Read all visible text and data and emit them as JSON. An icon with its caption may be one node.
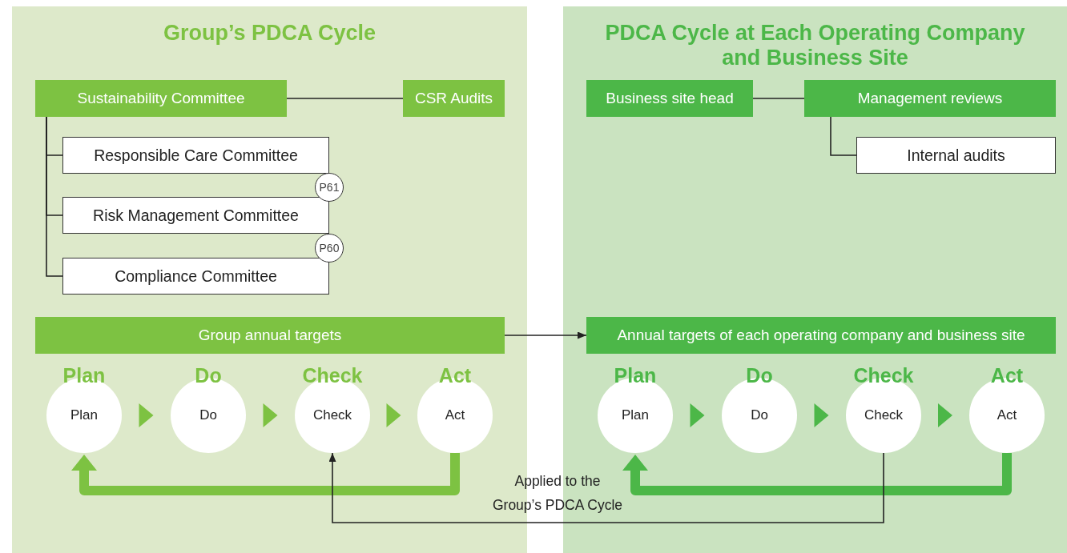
{
  "diagram": {
    "nodes": [
      {
        "text": [
          "Group’s PDCA Cycle"
        ]
      },
      {
        "text": [
          "Sustainability Committee"
        ],
        "in": 0
      },
      {
        "text": [
          "CSR Audits"
        ],
        "in": 0
      },
      {
        "text": [
          "Responsible Care Committee"
        ],
        "in": 0
      },
      {
        "text": [
          "Risk Management Committee"
        ],
        "in": 0,
        "beside": [
          "P61"
        ]
      },
      {
        "text": [
          "Compliance Committee"
        ],
        "in": 0,
        "beside": [
          "P60"
        ]
      },
      {
        "text": [
          "Group annual targets"
        ],
        "in": 0
      },
      {
        "text": [
          "Plan",
          "Plan"
        ],
        "in": 0
      },
      {
        "text": [
          "Do",
          "Do"
        ],
        "in": 0
      },
      {
        "text": [
          "Check",
          "Check"
        ],
        "in": 0
      },
      {
        "text": [
          "Act",
          "Act"
        ],
        "in": 0
      },
      {
        "text": [
          "PDCA Cycle at Each Operating Company and Business Site"
        ]
      },
      {
        "text": [
          "Business site head"
        ],
        "in": 11
      },
      {
        "text": [
          "Management reviews"
        ],
        "in": 11
      },
      {
        "text": [
          "Internal audits"
        ],
        "in": 11
      },
      {
        "text": [
          "Annual targets of each operating company and business site"
        ],
        "in": 11
      },
      {
        "text": [
          "Plan",
          "Plan"
        ],
        "in": 11
      },
      {
        "text": [
          "Do",
          "Do"
        ],
        "in": 11
      },
      {
        "text": [
          "Check",
          "Check"
        ],
        "in": 11
      },
      {
        "text": [
          "Act",
          "Act"
        ],
        "in": 11
      }
    ],
    "edges": [
      {
        "from": 1,
        "to": 2,
        "arrow": "none"
      },
      {
        "from": 1,
        "to": 3,
        "arrow": "none"
      },
      {
        "from": 1,
        "to": 4,
        "arrow": "none"
      },
      {
        "from": 1,
        "to": 5,
        "arrow": "none"
      },
      {
        "from": 6,
        "to": 15,
        "arrow": "to"
      },
      {
        "from": 7,
        "to": 8,
        "arrow": "to",
        "color": "#7dc242"
      },
      {
        "from": 8,
        "to": 9,
        "arrow": "to",
        "color": "#7dc242"
      },
      {
        "from": 9,
        "to": 10,
        "arrow": "to",
        "color": "#7dc242"
      },
      {
        "from": 10,
        "to": 7,
        "arrow": "to",
        "style": "thick",
        "color": "#7dc242"
      },
      {
        "from": 12,
        "to": 13,
        "arrow": "none"
      },
      {
        "from": 13,
        "to": 14,
        "arrow": "none"
      },
      {
        "from": 16,
        "to": 17,
        "arrow": "to",
        "color": "#4cb748"
      },
      {
        "from": 17,
        "to": 18,
        "arrow": "to",
        "color": "#4cb748"
      },
      {
        "from": 18,
        "to": 19,
        "arrow": "to",
        "color": "#4cb748"
      },
      {
        "from": 19,
        "to": 16,
        "arrow": "to",
        "style": "thick",
        "color": "#4cb748"
      },
      {
        "from": 18,
        "to": 9,
        "arrow": "to",
        "label": "Applied to the Group’s PDCA Cycle"
      }
    ]
  }
}
